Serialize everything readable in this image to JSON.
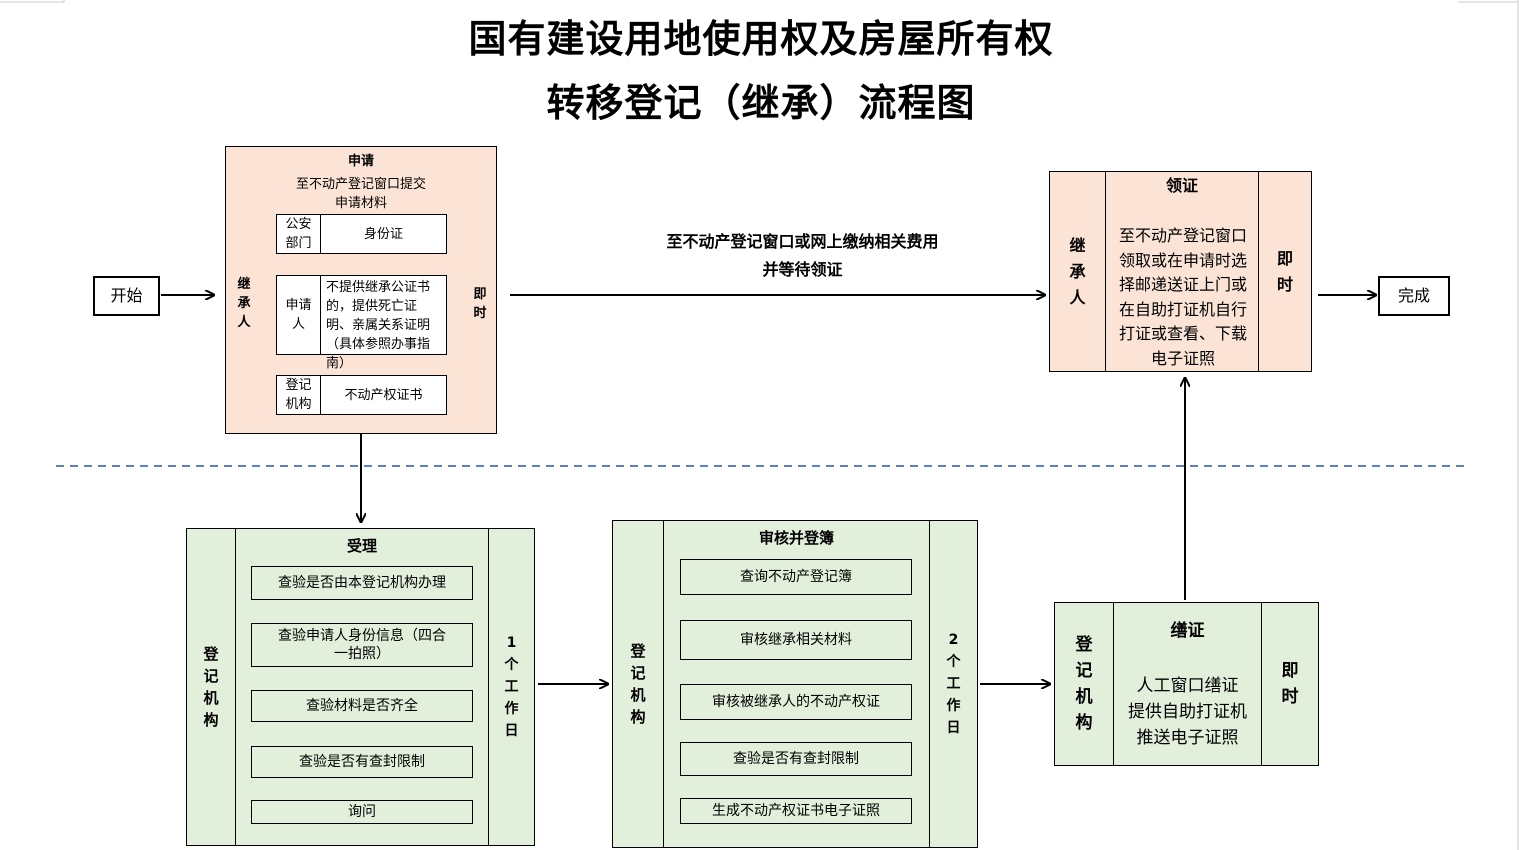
{
  "title": {
    "line1": "国有建设用地使用权及房屋所有权",
    "line2": "转移登记（继承）流程图"
  },
  "start_label": "开始",
  "end_label": "完成",
  "apply": {
    "title": "申请",
    "subtitle_line1": "至不动产登记窗口提交",
    "subtitle_line2": "申请材料",
    "left_actor": "继承人",
    "right_time": "即时",
    "rows": [
      {
        "who": "公安部门",
        "what": "身份证"
      },
      {
        "who": "申请人",
        "what": "不提供继承公证书的，提供死亡证明、亲属关系证明（具体参照办事指南）"
      },
      {
        "who": "登记机构",
        "what": "不动产权证书"
      }
    ]
  },
  "payment_note": {
    "line1": "至不动产登记窗口或网上缴纳相关费用",
    "line2": "并等待领证"
  },
  "collect": {
    "title": "领证",
    "left_actor": "继承人",
    "right_time": "即时",
    "text": "至不动产登记窗口领取或在申请时选择邮递送证上门或在自助打证机自行打证或查看、下载电子证照"
  },
  "accept": {
    "title": "受理",
    "left_actor": "登记机构",
    "right_time": "1个工作日",
    "items": [
      "查验是否由本登记机构办理",
      "查验申请人身份信息（四合一拍照）",
      "查验材料是否齐全",
      "查验是否有查封限制",
      "询问"
    ]
  },
  "review": {
    "title": "审核并登簿",
    "left_actor": "登记机构",
    "right_time": "2个工作日",
    "items": [
      "查询不动产登记簿",
      "审核继承相关材料",
      "审核被继承人的不动产权证",
      "查验是否有查封限制",
      "生成不动产权证书电子证照"
    ]
  },
  "issue": {
    "title": "缮证",
    "left_actor": "登记机构",
    "right_time": "即时",
    "lines": [
      "人工窗口缮证",
      "提供自助打证机",
      "推送电子证照"
    ]
  },
  "colors": {
    "peach": "#fbe4d5",
    "green": "#e2efda",
    "dashed_line": "#5b7fc7"
  }
}
